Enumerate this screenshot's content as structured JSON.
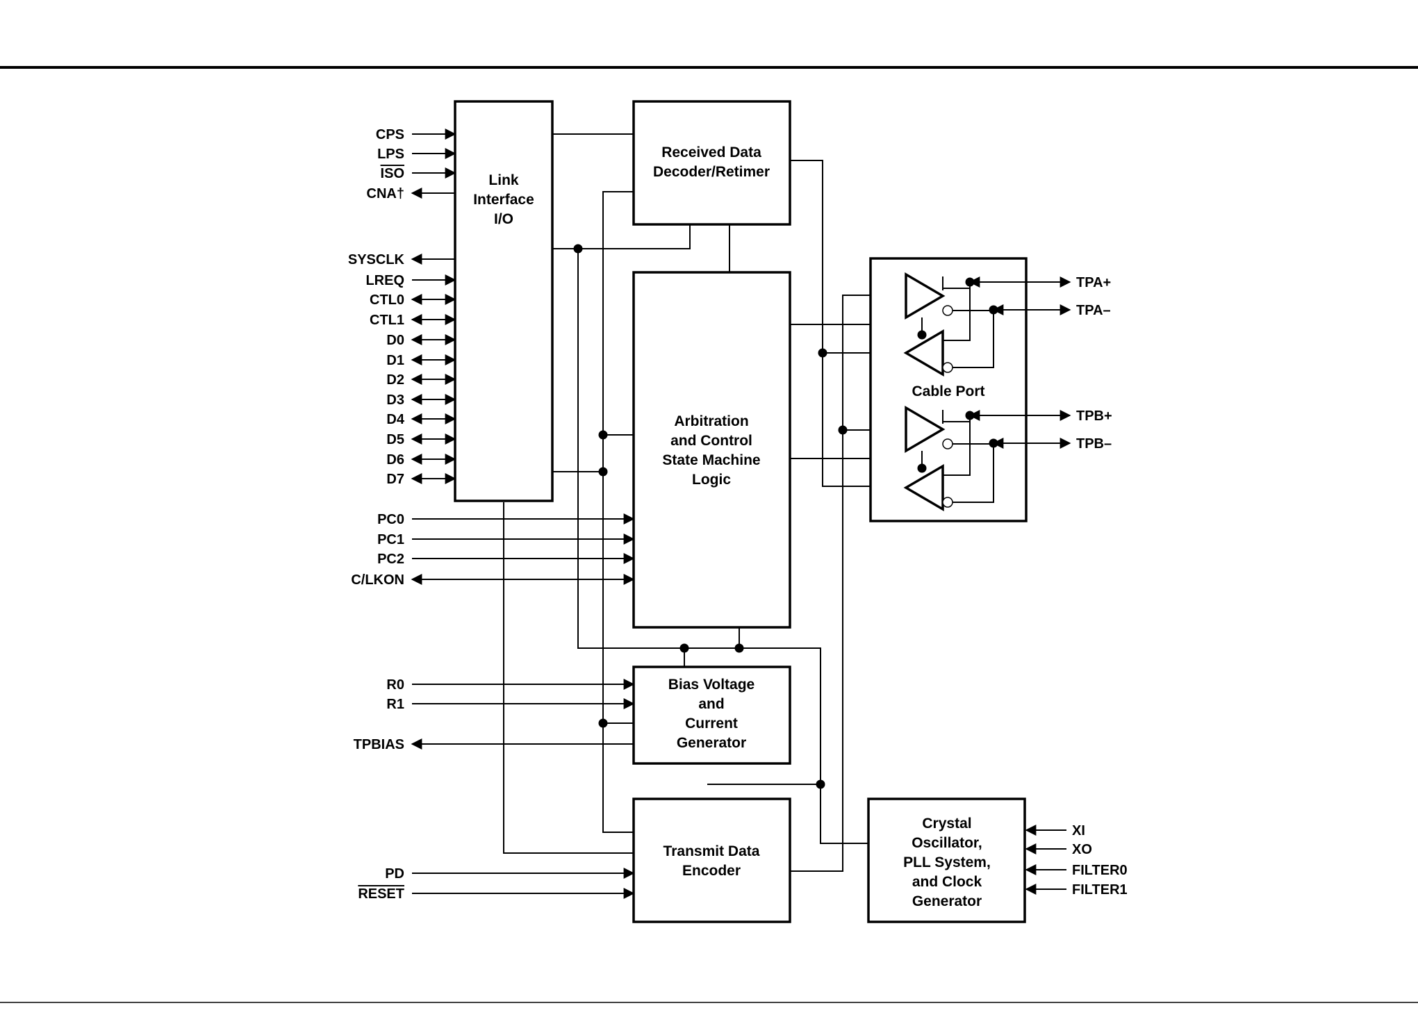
{
  "blocks": {
    "link_interface": [
      "Link",
      "Interface",
      "I/O"
    ],
    "received_decoder": [
      "Received Data",
      "Decoder/Retimer"
    ],
    "arbitration": [
      "Arbitration",
      "and Control",
      "State Machine",
      "Logic"
    ],
    "bias": [
      "Bias Voltage",
      "and",
      "Current",
      "Generator"
    ],
    "transmit": [
      "Transmit Data",
      "Encoder"
    ],
    "crystal": [
      "Crystal",
      "Oscillator,",
      "PLL System,",
      "and Clock",
      "Generator"
    ],
    "cable_port": "Cable Port"
  },
  "pins": {
    "link_pins": [
      {
        "label": "CPS",
        "dir": "in",
        "overline": false
      },
      {
        "label": "LPS",
        "dir": "in",
        "overline": false
      },
      {
        "label": "ISO",
        "dir": "in",
        "overline": true
      },
      {
        "label": "CNA†",
        "dir": "out",
        "overline": false
      },
      {
        "label": "SYSCLK",
        "dir": "out",
        "overline": false
      },
      {
        "label": "LREQ",
        "dir": "in",
        "overline": false
      },
      {
        "label": "CTL0",
        "dir": "bi",
        "overline": false
      },
      {
        "label": "CTL1",
        "dir": "bi",
        "overline": false
      },
      {
        "label": "D0",
        "dir": "bi",
        "overline": false
      },
      {
        "label": "D1",
        "dir": "bi",
        "overline": false
      },
      {
        "label": "D2",
        "dir": "bi",
        "overline": false
      },
      {
        "label": "D3",
        "dir": "bi",
        "overline": false
      },
      {
        "label": "D4",
        "dir": "bi",
        "overline": false
      },
      {
        "label": "D5",
        "dir": "bi",
        "overline": false
      },
      {
        "label": "D6",
        "dir": "bi",
        "overline": false
      },
      {
        "label": "D7",
        "dir": "bi",
        "overline": false
      }
    ],
    "arb_pins": [
      {
        "label": "PC0",
        "dir": "in",
        "overline": false
      },
      {
        "label": "PC1",
        "dir": "in",
        "overline": false
      },
      {
        "label": "PC2",
        "dir": "in",
        "overline": false
      },
      {
        "label": "C/LKON",
        "dir": "bi",
        "overline": false
      }
    ],
    "bias_pins": [
      {
        "label": "R0",
        "dir": "in",
        "overline": false
      },
      {
        "label": "R1",
        "dir": "in",
        "overline": false
      },
      {
        "label": "TPBIAS",
        "dir": "out",
        "overline": false
      }
    ],
    "tx_pins": [
      {
        "label": "PD",
        "dir": "in",
        "overline": false
      },
      {
        "label": "RESET",
        "dir": "in",
        "overline": true
      }
    ],
    "cable_pins": [
      {
        "label": "TPA+"
      },
      {
        "label": "TPA–"
      },
      {
        "label": "TPB+"
      },
      {
        "label": "TPB–"
      }
    ],
    "crystal_pins": [
      {
        "label": "XI"
      },
      {
        "label": "XO"
      },
      {
        "label": "FILTER0"
      },
      {
        "label": "FILTER1"
      }
    ]
  }
}
